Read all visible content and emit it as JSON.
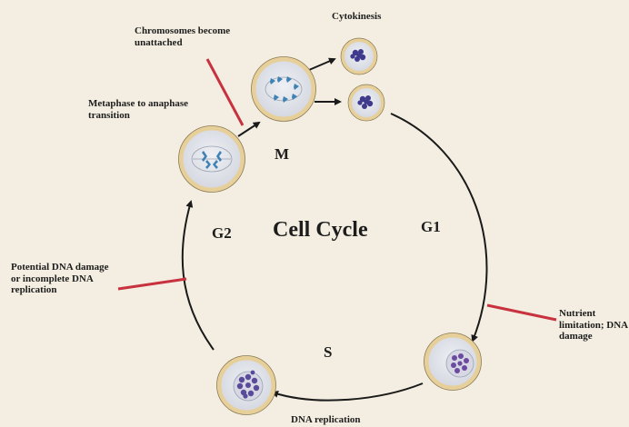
{
  "title": "Cell Cycle",
  "phases": {
    "m": "M",
    "g1": "G1",
    "g2": "G2",
    "s": "S"
  },
  "events": {
    "cytokinesis": "Cytokinesis",
    "chromosomes_unattached": "Chromosomes become unattached",
    "metaphase_anaphase": "Metaphase to anaphase transition",
    "dna_damage_g2": "Potential DNA damage or incomplete DNA replication",
    "nutrient_limitation": "Nutrient limitation; DNA damage",
    "dna_replication": "DNA replication"
  },
  "colors": {
    "background": "#f3eee1",
    "cell_fill": "#e4e6ec",
    "cell_ring": "#e7cf9a",
    "checkpoint_line": "#c8323f",
    "chromatin": "#3f3a8c",
    "chromosome": "#3e82b5"
  }
}
